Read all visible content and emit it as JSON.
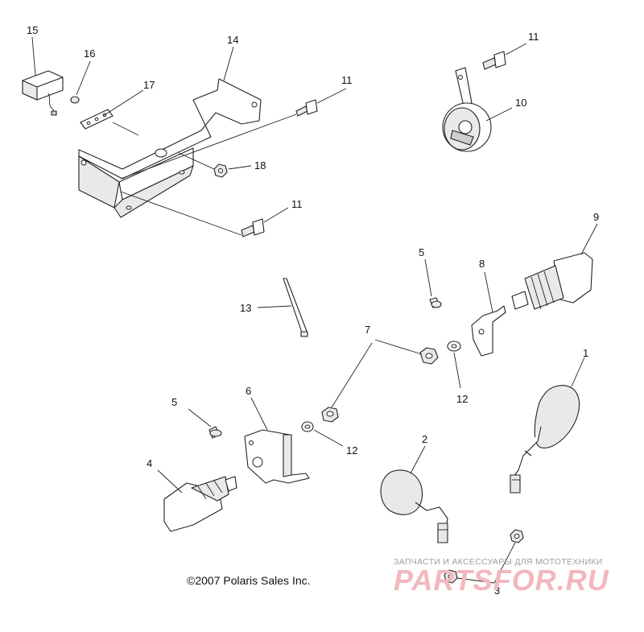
{
  "callouts": {
    "c1": "1",
    "c2": "2",
    "c3": "3",
    "c4": "4",
    "c5a": "5",
    "c5b": "5",
    "c6": "6",
    "c7": "7",
    "c8": "8",
    "c9": "9",
    "c10": "10",
    "c11a": "11",
    "c11b": "11",
    "c11c": "11",
    "c12a": "12",
    "c12b": "12",
    "c13": "13",
    "c14": "14",
    "c15": "15",
    "c16": "16",
    "c17": "17",
    "c18": "18"
  },
  "copyright": "©2007 Polaris Sales Inc.",
  "watermark": {
    "tagline": "ЗАПЧАСТИ И АКСЕССУАРЫ ДЛЯ МОТОТЕХНИКИ",
    "logo": "PARTSFOR.RU"
  },
  "colors": {
    "line": "#222222",
    "watermark_logo": "#f2b7bd",
    "watermark_tag": "#9aa0a6"
  }
}
